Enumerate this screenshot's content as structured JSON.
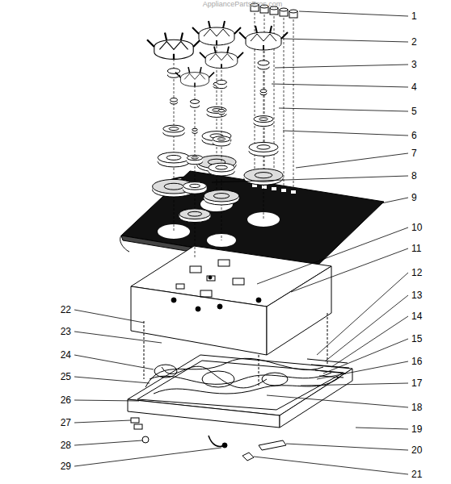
{
  "diagram": {
    "labels": [
      "AppliancePartsPros.com",
      "1",
      "2",
      "3",
      "4",
      "5",
      "6",
      "7",
      "8",
      "9",
      "10",
      "11",
      "12",
      "13",
      "14",
      "15",
      "16",
      "17",
      "18",
      "19",
      "20",
      "21",
      "22",
      "23",
      "24",
      "25",
      "26",
      "27",
      "28",
      "29"
    ]
  }
}
